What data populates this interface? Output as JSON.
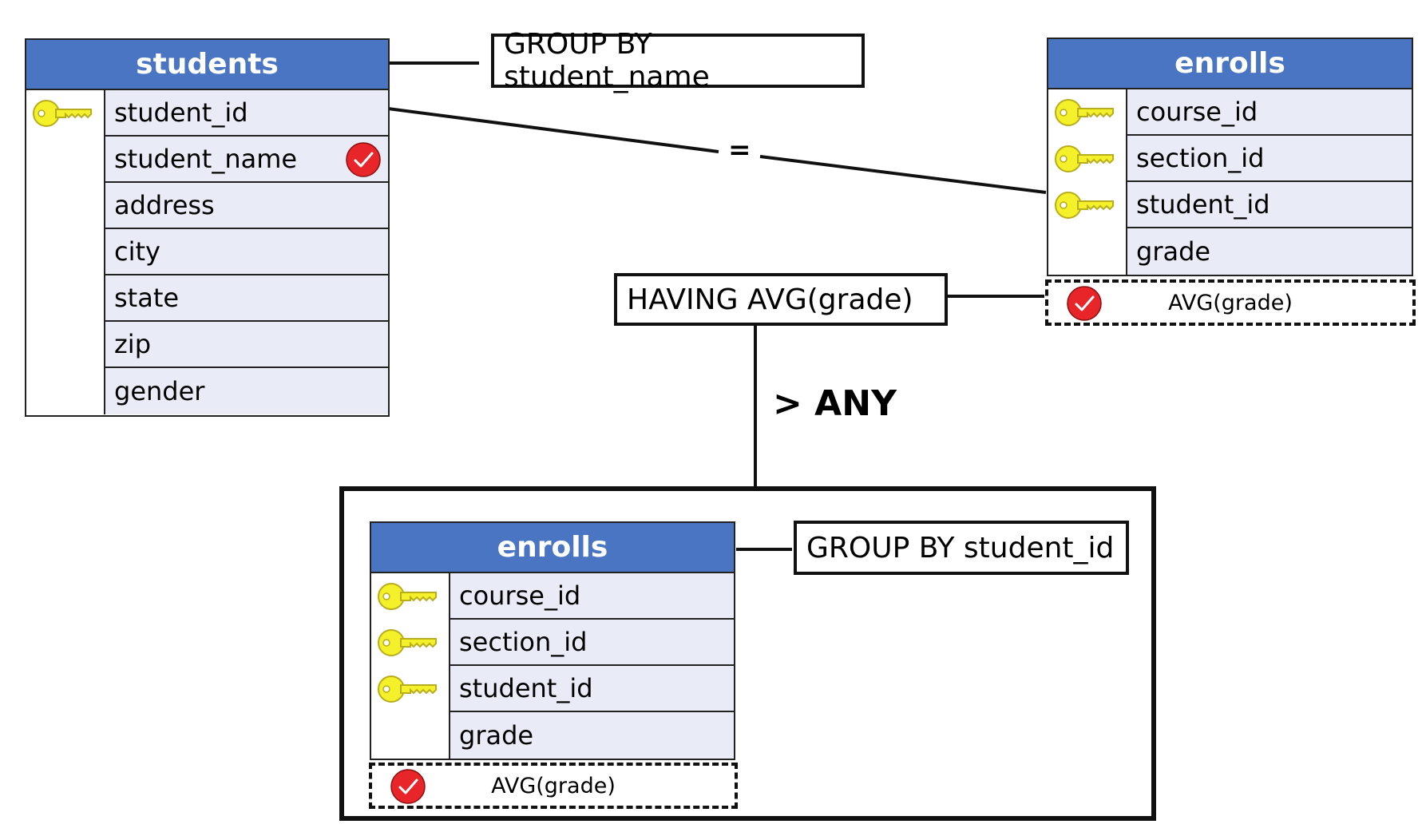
{
  "students_table": {
    "title": "students",
    "columns": [
      "student_id",
      "student_name",
      "address",
      "city",
      "state",
      "zip",
      "gender"
    ]
  },
  "group_by_top": "GROUP BY student_name",
  "join_operator": "=",
  "enrolls_top": {
    "title": "enrolls",
    "columns": [
      "course_id",
      "section_id",
      "student_id",
      "grade"
    ],
    "aggregate": "AVG(grade)"
  },
  "having": "HAVING  AVG(grade)",
  "comparison": "> ANY",
  "enrolls_sub": {
    "title": "enrolls",
    "columns": [
      "course_id",
      "section_id",
      "student_id",
      "grade"
    ],
    "aggregate": "AVG(grade)"
  },
  "group_by_sub": "GROUP BY student_id",
  "colors": {
    "header": "#4a75c2",
    "row_fill": "#e9ecf6",
    "key_fill": "#f4f02a",
    "check_fill": "#e8262a"
  },
  "icons": {
    "primary_key": "key-icon",
    "selected": "checkmark-icon"
  }
}
